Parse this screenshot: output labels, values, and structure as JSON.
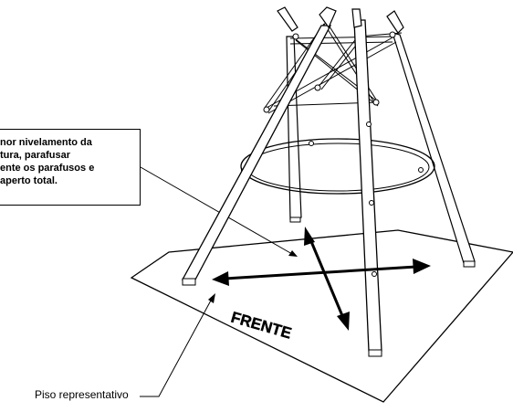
{
  "instruction_note": {
    "lines": [
      "nor nivelamento da",
      "tura, parafusar",
      "ente os parafusos e",
      "aperto total."
    ]
  },
  "floor_label": "Piso representativo",
  "floor_marking": "FRENTE",
  "colors": {
    "line": "#000000",
    "background": "#ffffff"
  }
}
